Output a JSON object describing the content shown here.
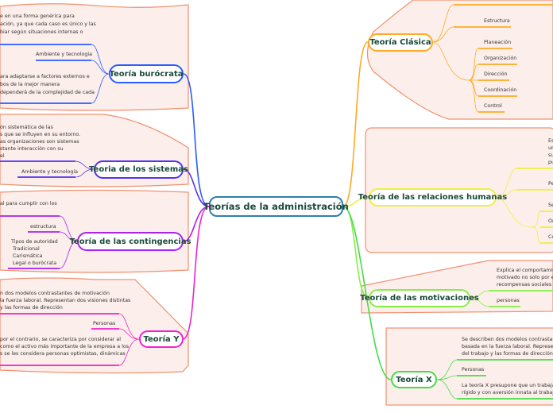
{
  "center": {
    "label": "Teorías de la administración"
  },
  "colors": {
    "burocrata": "#2a5cff",
    "sistemas": "#5533ee",
    "contingencias": "#aa22ee",
    "teoria_y": "#ee22cc",
    "clasica": "#ffaa22",
    "relaciones": "#eeee44",
    "motivaciones": "#88ee44",
    "teoria_x": "#44dd44",
    "background": "#fcefeb",
    "border": "#f09070"
  },
  "burocrata": {
    "label": "Teoría burócrata",
    "texts": [
      "e en una forma genérica para",
      "ación, ya que cada caso es único y las",
      "biar según situaciones internas o",
      "Ambiente y tecnologia",
      "ara adaptarse a factores externos e",
      "bos de la mejor manera",
      "dependerá de la complejidad de cada"
    ]
  },
  "sistemas": {
    "label": "Teoria de los sistemas",
    "texts": [
      "ón sistemática de las",
      "s que se influyen en su entorno.",
      "as organizaciones son sistemas",
      "stante interacción con su",
      "el",
      "Ambiente y tecnología"
    ]
  },
  "contingencias": {
    "label": "Teoría de las contingencias",
    "texts": [
      "al para cumplir con los",
      "estructura",
      "Tipos de autoridad",
      "Tradicional",
      "Carismática",
      "Legal o burócrata"
    ]
  },
  "teoria_y": {
    "label": "Teoría Y",
    "texts": [
      "n dos modelos contrastantes de motivación",
      "la fuerza laboral. Representan dos visiones distintas",
      "y las formas de dirección",
      "Personas",
      "por el contrario, se caracteriza por considerar al",
      "como el activo más importante de la empresa a los",
      "s se les considera personas optimistas, dinámicas"
    ]
  },
  "clasica": {
    "label": "Teoría Clásica",
    "texts": [
      "Estructura",
      "Planeación",
      "Organización",
      "Dirección",
      "Coordinación",
      "Control"
    ]
  },
  "relaciones": {
    "label": "Teoría de las relaciones humanas",
    "texts": [
      "Es",
      "un",
      "su",
      "pu",
      "Pe",
      "Se",
      "Or",
      "Co"
    ]
  },
  "motivaciones": {
    "label": "Teoría de las motivaciones",
    "texts": [
      "Explica el comportamient",
      "motivado no solo por esti",
      "recompensas sociales y s",
      "personas"
    ]
  },
  "teoria_x": {
    "label": "Teoría X",
    "texts": [
      "Se describen dos modelos contrastantes",
      "basada en la fuerza laboral. Representan",
      "del trabajo y las formas de dirección",
      "Personas",
      "La teoría X presupone que un trabajador",
      "rígido y con aversión innata al trabajo evi"
    ]
  }
}
